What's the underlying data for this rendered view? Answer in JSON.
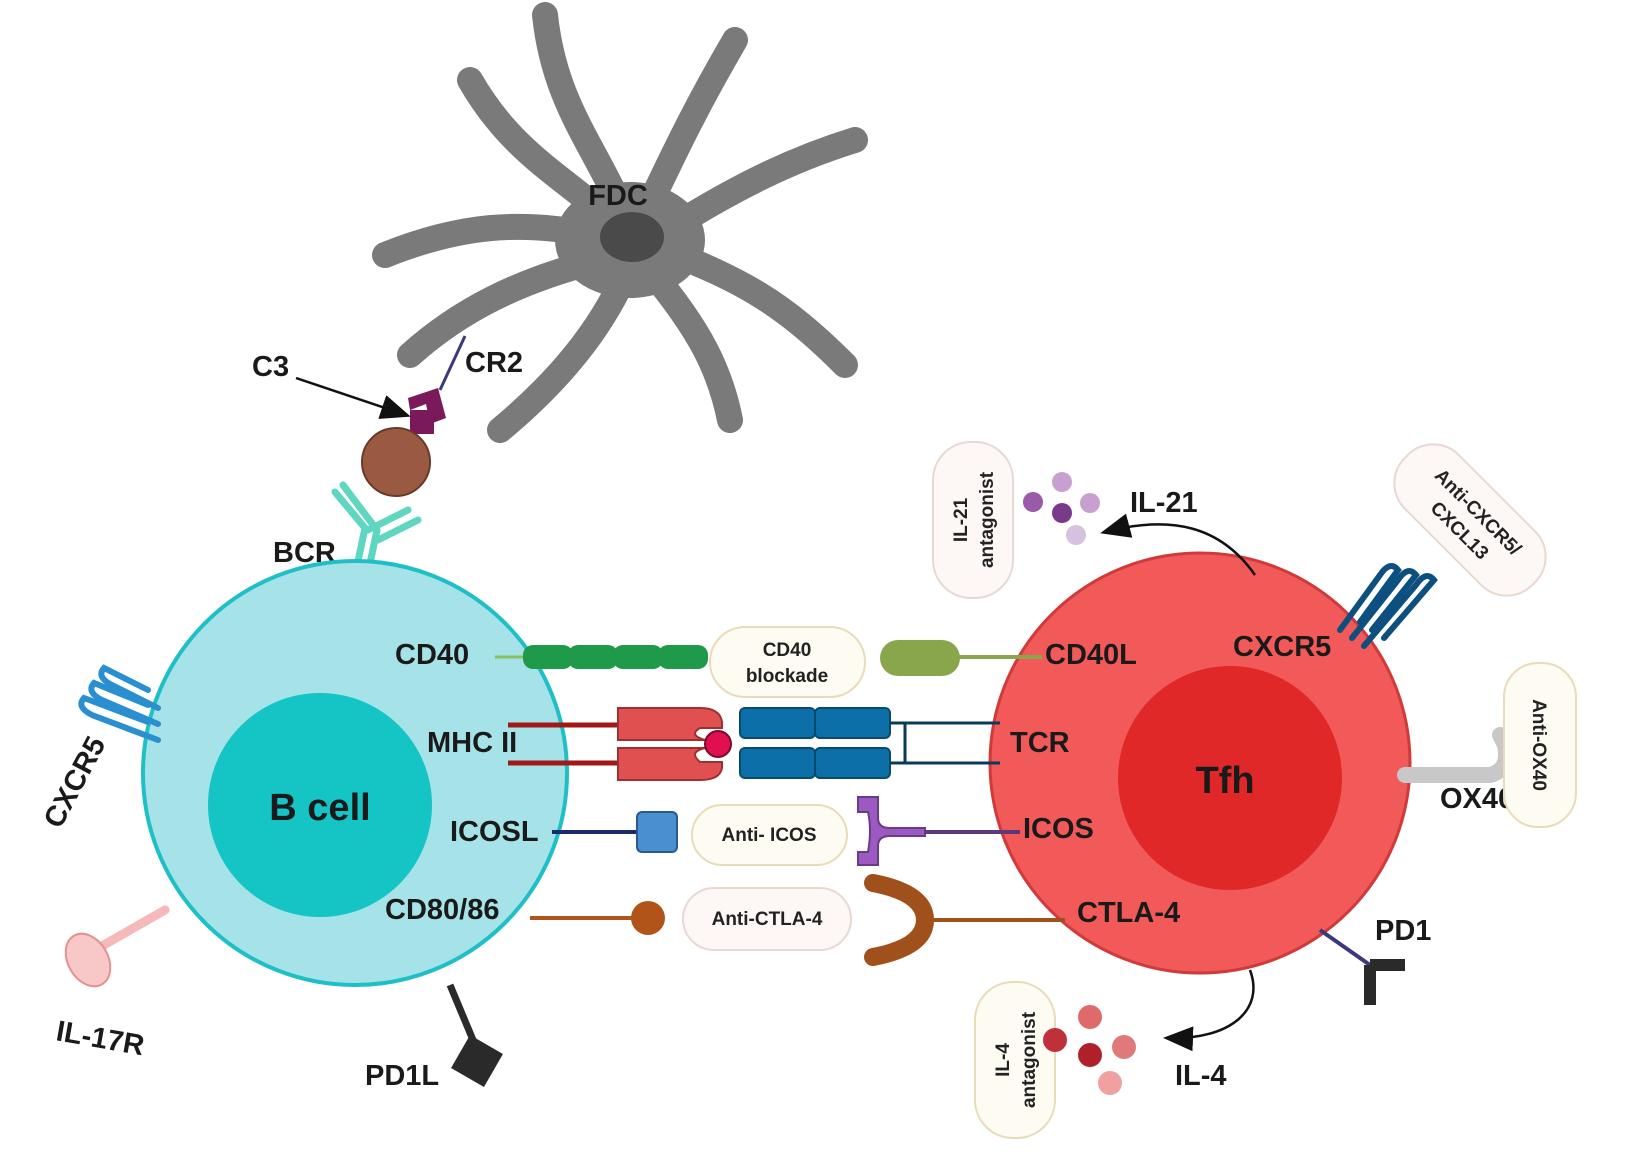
{
  "cells": {
    "fdc": "FDC",
    "bcell": "B cell",
    "tfh": "Tfh"
  },
  "labels": {
    "c3": "C3",
    "cr2": "CR2",
    "bcr": "BCR",
    "cxcr5_b": "CXCR5",
    "il17r": "IL-17R",
    "pd1l": "PD1L",
    "cd40": "CD40",
    "mhc2": "MHC II",
    "icosl": "ICOSL",
    "cd8086": "CD80/86",
    "cd40l": "CD40L",
    "cxcr5_t": "CXCR5",
    "tcr": "TCR",
    "icos": "ICOS",
    "ctla4": "CTLA-4",
    "ox40": "OX40",
    "pd1": "PD1",
    "il21": "IL-21",
    "il4": "IL-4"
  },
  "drugs": {
    "cd40_blockade_1": "CD40",
    "cd40_blockade_2": "blockade",
    "anti_icos": "Anti- ICOS",
    "anti_ctla4": "Anti-CTLA-4",
    "il21_antag_1": "IL-21",
    "il21_antag_2": "antagonist",
    "il4_antag_1": "IL-4",
    "il4_antag_2": "antagonist",
    "anti_cxcr5_1": "Anti-CXCR5/",
    "anti_cxcr5_2": "CXCL13",
    "anti_ox40": "Anti-OX40"
  },
  "colors": {
    "fdc": "#7a7a7a",
    "fdc_nucleus": "#4a4a4a",
    "bcell": "#a6e3e8",
    "bcell_border": "#1fbfc7",
    "bcell_nucleus": "#15c4c4",
    "tfh": "#f25a5a",
    "tfh_nucleus": "#e02828",
    "bcr": "#5fd6bf",
    "cxcr5": "#2a8fd0",
    "cd40": "#1e9a4a",
    "cd40l": "#8aa64a",
    "mhc": "#e05050",
    "tcr": "#0d5f8f",
    "icosl": "#4a8fd0",
    "icos": "#9a5ac0",
    "cd80": "#b0541a",
    "pd1l": "#333333",
    "il21": "#9a5aa8",
    "il4": "#c0303a",
    "pill_fill": "#fdfbf2",
    "pill_stroke": "#e8dcb8"
  }
}
